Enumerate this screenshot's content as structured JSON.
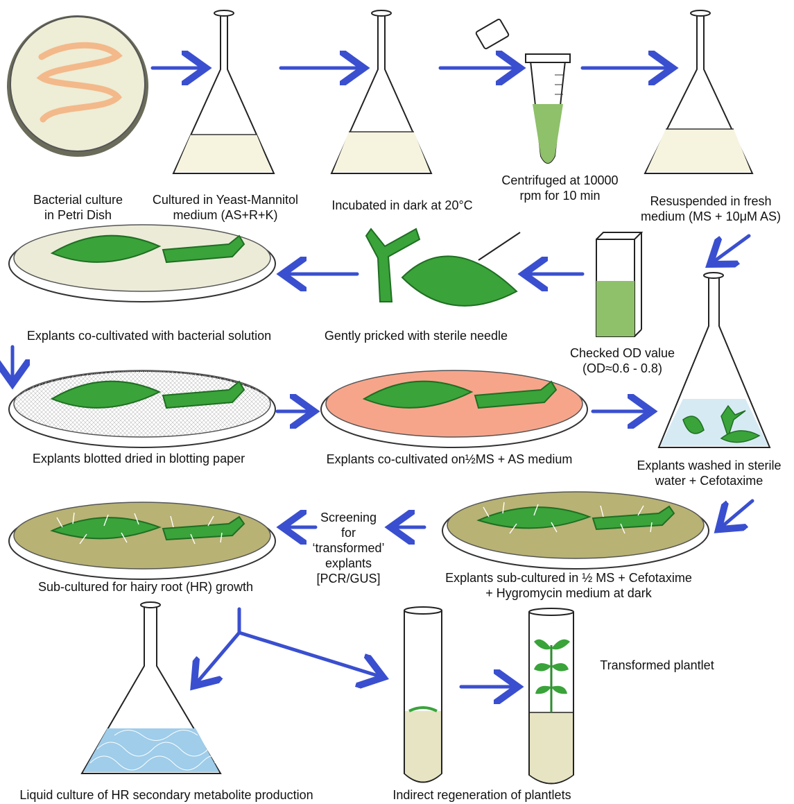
{
  "steps": {
    "s1": {
      "l1": "Bacterial culture",
      "l2": "in Petri Dish"
    },
    "s2": {
      "l1": "Cultured in Yeast-Mannitol",
      "l2": "medium (AS+R+K)"
    },
    "s3": {
      "l1": "Incubated in dark at 20°C"
    },
    "s4": {
      "l1": "Centrifuged at 10000",
      "l2": "rpm for 10 min"
    },
    "s5": {
      "l1": "Resuspended in fresh",
      "l2": "medium (MS + 10μM AS)"
    },
    "s6": {
      "l1": "Checked OD value",
      "l2": "(OD≈0.6 - 0.8)"
    },
    "s7": {
      "l1": "Gently pricked with sterile needle"
    },
    "s8": {
      "l1": "Explants co-cultivated with bacterial solution"
    },
    "s9": {
      "l1": "Explants blotted dried in blotting paper"
    },
    "s10": {
      "l1": "Explants co-cultivated on½MS + AS medium"
    },
    "s11": {
      "l1": "Explants washed in sterile",
      "l2": "water + Cefotaxime"
    },
    "s12": {
      "l1": "Explants sub-cultured in ½ MS + Cefotaxime",
      "l2": "+ Hygromycin medium at dark"
    },
    "s13": {
      "l1": "Screening",
      "l2": "for",
      "l3": "‘transformed’",
      "l4": "explants",
      "l5": "[PCR/GUS]"
    },
    "s14": {
      "l1": "Sub-cultured for hairy root (HR) growth"
    },
    "s15": {
      "l1": "Liquid culture of HR secondary metabolite production"
    },
    "s16": {
      "l1": "Indirect regeneration of plantlets"
    },
    "s17": {
      "l1": "Transformed plantlet"
    }
  },
  "colors": {
    "arrow": "#3a4fcf",
    "leaf": "#3aa33a",
    "leaf_dark": "#1f6e22",
    "agar": "#b8b274",
    "pink_medium": "#f6a58b",
    "culture": "#f6f4df"
  }
}
